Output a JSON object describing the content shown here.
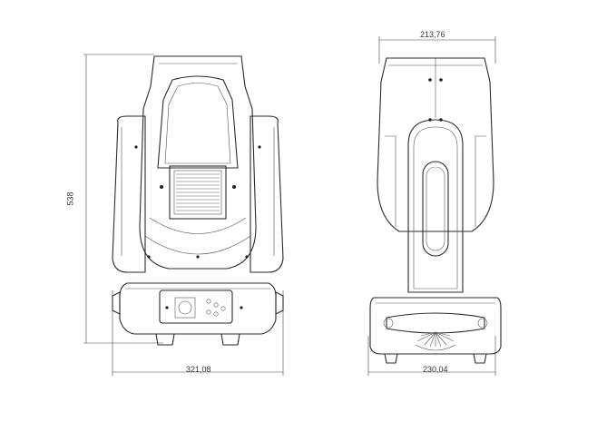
{
  "dimensions": {
    "width_front": "321,08",
    "width_side": "230,04",
    "width_top": "213,76",
    "height": "538"
  }
}
